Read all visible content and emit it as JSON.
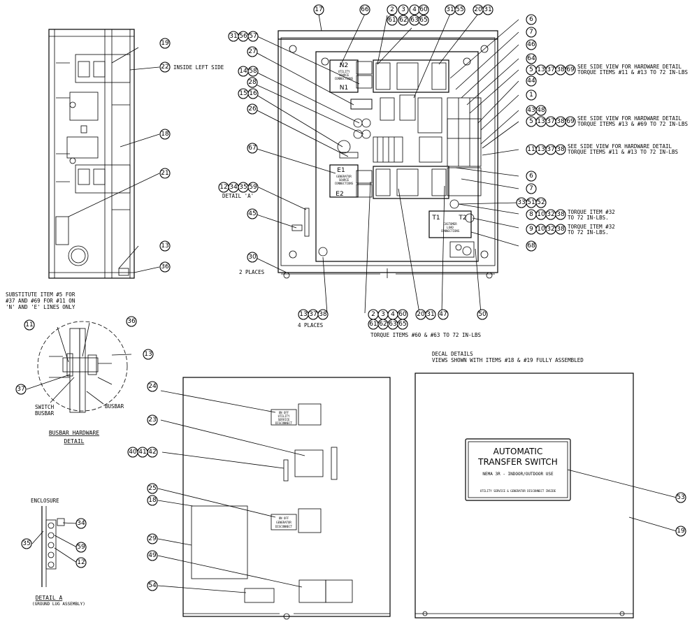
{
  "front_view": {
    "utility_label_n2": "N2",
    "utility_label_n1": "N1",
    "utility_source": [
      "UTILITY",
      "SOURCE",
      "CONNECTIONS"
    ],
    "gen_label_e1": "E1",
    "gen_label_e2": "E2",
    "gen_source": [
      "GENERATOR",
      "SOURCE",
      "CONNECTIONS"
    ],
    "load_t1": "T1",
    "load_t2": "T2",
    "load_conn": [
      "CUSTOMER",
      "LOAD",
      "CONNECTIONS"
    ]
  },
  "notes": {
    "inside_left_side": "INSIDE LEFT SIDE",
    "side_view_1": [
      "SEE SIDE VIEW FOR HARDWARE DETAIL",
      "TORQUE ITEMS #11 & #13 TO 72 IN-LBS"
    ],
    "side_view_2": [
      "SEE SIDE VIEW FOR HARDWARE DETAIL",
      "TORQUE ITEMS #13 & #69 TO 72 IN-LBS"
    ],
    "side_view_3": [
      "SEE SIDE VIEW FOR HARDWARE DETAIL",
      "TORQUE ITEMS #11 & #13 TO 72 IN-LBS"
    ],
    "torque_32_a": [
      "TORQUE ITEM #32",
      "TO 72 IN-LBS."
    ],
    "torque_32_b": [
      "TORQUE ITEM #32",
      "TO 72 IN-LBS."
    ],
    "detail_a_ref": "DETAIL 'A'",
    "two_places": "2 PLACES",
    "four_places": "4 PLACES",
    "torque_60_63": "TORQUE ITEMS #60 & #63 TO 72 IN-LBS",
    "substitute": [
      "SUBSTITUTE ITEM #5 FOR",
      "#37 AND #69 FOR #11 ON",
      "'N' AND 'E' LINES ONLY"
    ],
    "switch_busbar": [
      "SWITCH",
      "BUSBAR"
    ],
    "busbar": "BUSBAR",
    "busbar_title": [
      "BUSBAR HARDWARE",
      "DETAIL"
    ],
    "enclosure": "ENCLOSURE",
    "detail_a_title": "DETAIL A",
    "detail_a_sub": "(GROUND LUG ASSEMBLY)",
    "decal_details": [
      "DECAL DETAILS",
      "VIEWS SHOWN WITH ITEMS #18 & #19 FULLY ASSEMBLED"
    ]
  },
  "decals": {
    "utility_disconnect": [
      "ON    OFF",
      "UTILITY",
      "SERVICE",
      "DISCONNECT"
    ],
    "generator_disconnect": [
      "ON    OFF",
      "GENERATOR",
      "DISCONNECT"
    ]
  },
  "main_decal": {
    "line1": "AUTOMATIC",
    "line2": "TRANSFER SWITCH",
    "line3": "NEMA 3R - INDOOR/OUTDOOR USE",
    "line4": "UTILITY SERVICE & GENERATOR DISCONNECT INSIDE"
  },
  "balloons": {
    "b17": "17",
    "b66": "66",
    "b2": "2",
    "b3": "3",
    "b4": "4",
    "b60": "60",
    "b61": "61",
    "b62": "62",
    "b63": "63",
    "b65": "65",
    "b31": "31",
    "b55": "55",
    "b20": "20",
    "b19": "19",
    "b22": "22",
    "b18": "18",
    "b21": "21",
    "b13": "13",
    "b36": "36",
    "b56": "56",
    "b57": "57",
    "b27": "27",
    "b14": "14",
    "b58": "58",
    "b28": "28",
    "b15": "15",
    "b16": "16",
    "b26": "26",
    "b67": "67",
    "b12": "12",
    "b34": "34",
    "b35": "35",
    "b59": "59",
    "b45": "45",
    "b30": "30",
    "b6": "6",
    "b7": "7",
    "b46": "46",
    "b64": "64",
    "b5": "5",
    "b37": "37",
    "b38": "38",
    "b69": "69",
    "b44": "44",
    "b1": "1",
    "b43": "43",
    "b48": "48",
    "b11": "11",
    "b33": "33",
    "b51": "51",
    "b52": "52",
    "b8": "8",
    "b10": "10",
    "b32": "32",
    "b9": "9",
    "b68": "68",
    "b47": "47",
    "b50": "50",
    "b24": "24",
    "b23": "23",
    "b40": "40",
    "b41": "41",
    "b42": "42",
    "b25": "25",
    "b29": "29",
    "b49": "49",
    "b54": "54",
    "b53": "53"
  }
}
